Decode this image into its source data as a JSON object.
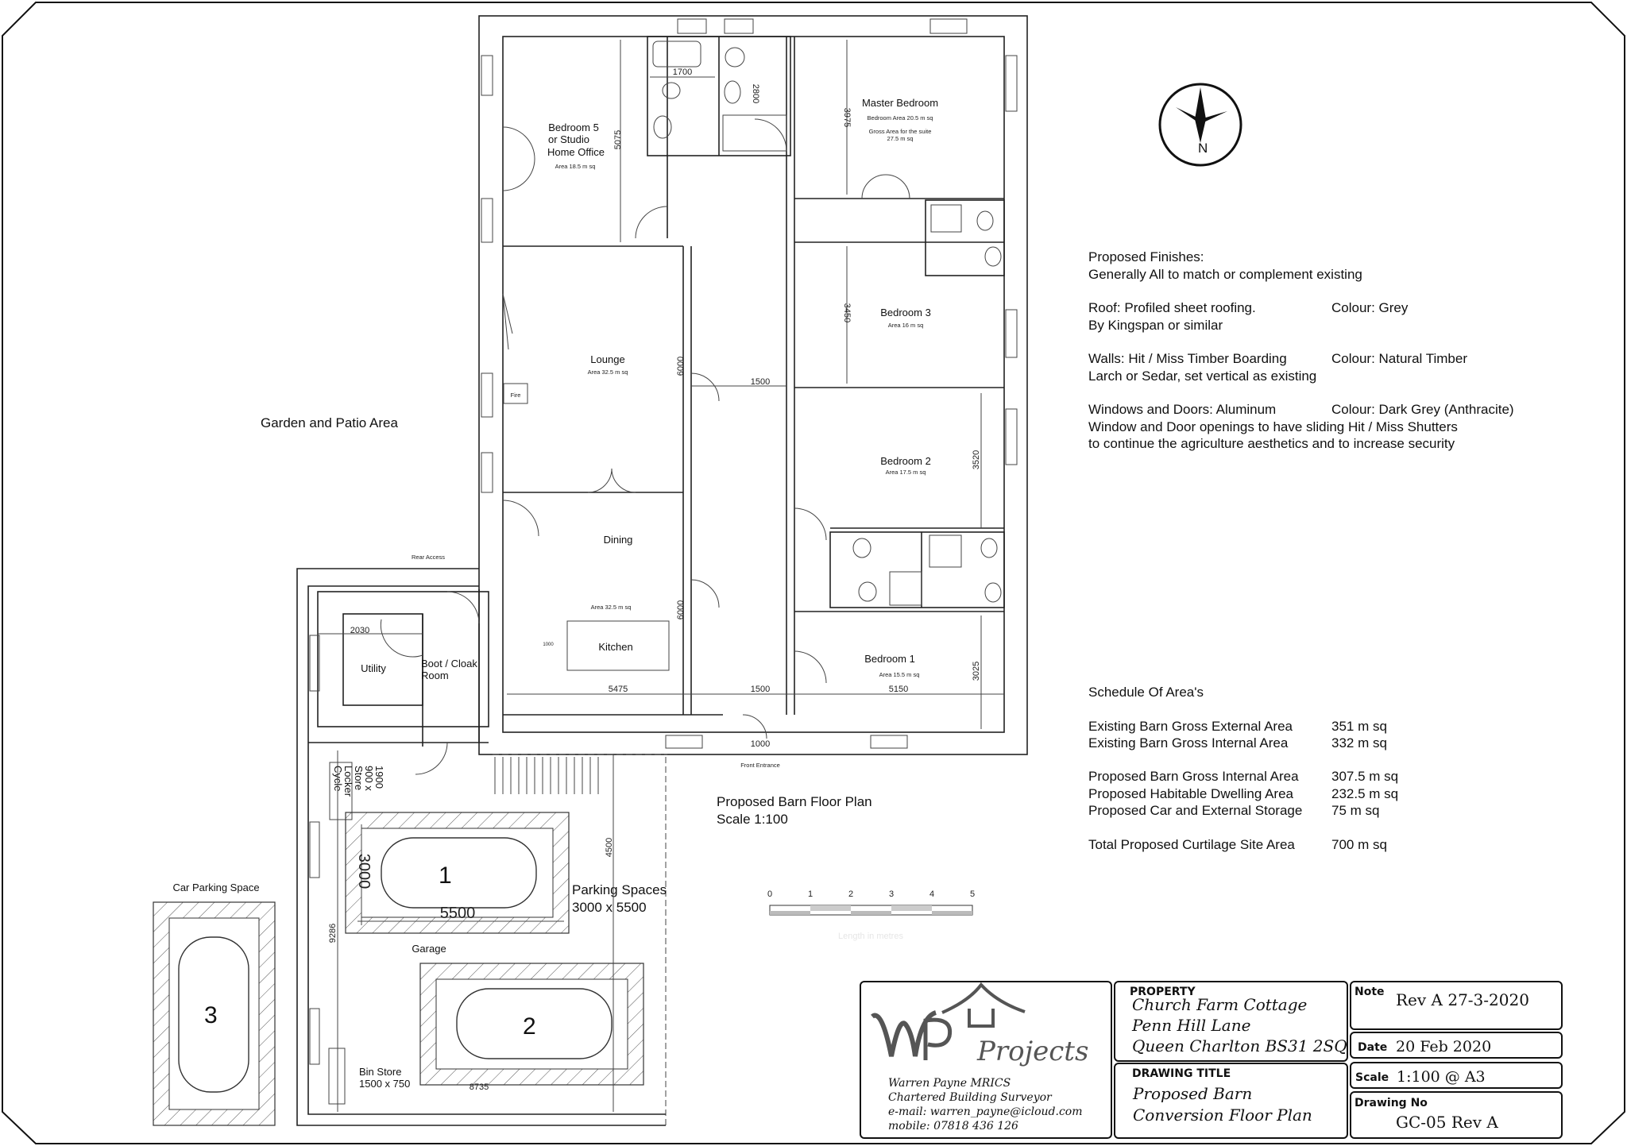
{
  "rooms": {
    "bedroom5": {
      "line1": "Bedroom 5",
      "line2": "or Studio",
      "line3": "Home Office",
      "area": "Area 18.5 m sq"
    },
    "master": {
      "name": "Master Bedroom",
      "area": "Bedroom  Area 20.5 m sq",
      "gross1": "Gross Area for the suite",
      "gross2": "27.5 m sq"
    },
    "bedroom3": {
      "name": "Bedroom 3",
      "area": "Area 16 m sq"
    },
    "lounge": {
      "name": "Lounge",
      "area": "Area 32.5 m sq",
      "fire": "Fire"
    },
    "bedroom2": {
      "name": "Bedroom 2",
      "area": "Area 17.5 m sq"
    },
    "dining": {
      "name": "Dining",
      "area": "Area 32.5 m sq"
    },
    "kitchen": {
      "name": "Kitchen"
    },
    "bedroom1": {
      "name": "Bedroom 1",
      "area": "Area 15.5 m sq"
    },
    "utility": {
      "name": "Utility"
    },
    "boot": {
      "line1": "Boot / Cloak",
      "line2": "Room"
    },
    "rear_access": "Rear Access",
    "front_entrance": "Front Entrance",
    "garden": "Garden and Patio Area",
    "garage": "Garage",
    "car_parking": "Car Parking Space",
    "bin_store": {
      "line1": "Bin Store",
      "line2": "1500 x 750"
    },
    "cycle": {
      "l1": "Cycle",
      "l2": "Locker",
      "l3": "Store",
      "l4": "900 x",
      "l5": "1900"
    },
    "parking": {
      "line1": "Parking Spaces",
      "line2": "3000 x 5500"
    },
    "spaces": [
      "1",
      "2",
      "3"
    ]
  },
  "dimensions": {
    "d1700": "1700",
    "d2800": "2800",
    "d5075": "5075",
    "d3975": "3975",
    "d3450": "3450",
    "d6000a": "6000",
    "d1500a": "1500",
    "d3520": "3520",
    "d6000b": "6000",
    "d5475": "5475",
    "d1500b": "1500",
    "d5150": "5150",
    "d3025": "3025",
    "d1000": "1000",
    "d2030": "2030",
    "d4500": "4500",
    "d9286": "9286",
    "d8735": "8735",
    "d3000": "3000",
    "d5500": "5500",
    "d1000k": "1000"
  },
  "plan_title": {
    "line1": "Proposed Barn Floor Plan",
    "line2": "Scale 1:100"
  },
  "scale_bar": {
    "ticks": [
      "0",
      "1",
      "2",
      "3",
      "4",
      "5"
    ],
    "caption": "Length in metres"
  },
  "finishes": {
    "heading": "Proposed Finishes:",
    "general": "Generally All to match or complement existing",
    "roof1": "Roof: Profiled sheet roofing.",
    "roof_colour": "Colour: Grey",
    "roof2": "By Kingspan or similar",
    "walls1": "Walls: Hit / Miss Timber Boarding",
    "walls_colour": "Colour: Natural Timber",
    "walls2": "Larch or Sedar, set vertical as existing",
    "win1": "Windows and Doors: Aluminum",
    "win_colour": "Colour: Dark Grey (Anthracite)",
    "win2": "Window and Door openings to have sliding Hit / Miss Shutters",
    "win3": "to continue the agriculture aesthetics and to increase security"
  },
  "schedule": {
    "heading": "Schedule Of Area's",
    "rows": [
      {
        "label": "Existing Barn Gross External Area",
        "value": "351 m sq"
      },
      {
        "label": "Existing Barn Gross Internal Area",
        "value": "332 m sq"
      },
      {
        "label": "Proposed Barn Gross Internal Area",
        "value": "307.5 m sq"
      },
      {
        "label": "Proposed Habitable Dwelling Area",
        "value": "232.5 m sq"
      },
      {
        "label": "Proposed Car and External Storage",
        "value": "75 m sq"
      },
      {
        "label": "Total Proposed Curtilage Site Area",
        "value": "700 m sq"
      }
    ]
  },
  "north": "N",
  "title_block": {
    "logo_text": "WP Projects",
    "author": "Warren Payne MRICS",
    "role": "Chartered Building Surveyor",
    "email": "e-mail: warren_payne@icloud.com",
    "mobile": "mobile: 07818 436 126",
    "property_label": "PROPERTY",
    "property": [
      "Church Farm Cottage",
      "Penn Hill Lane",
      "Queen Charlton BS31 2SQ"
    ],
    "drawing_title_label": "DRAWING TITLE",
    "drawing_title": [
      "Proposed Barn",
      "Conversion Floor Plan"
    ],
    "note_label": "Note",
    "note": "Rev A 27-3-2020",
    "date_label": "Date",
    "date": "20 Feb 2020",
    "scale_label": "Scale",
    "scale": "1:100 @ A3",
    "drawing_no_label": "Drawing No",
    "drawing_no": "GC-05 Rev A"
  }
}
